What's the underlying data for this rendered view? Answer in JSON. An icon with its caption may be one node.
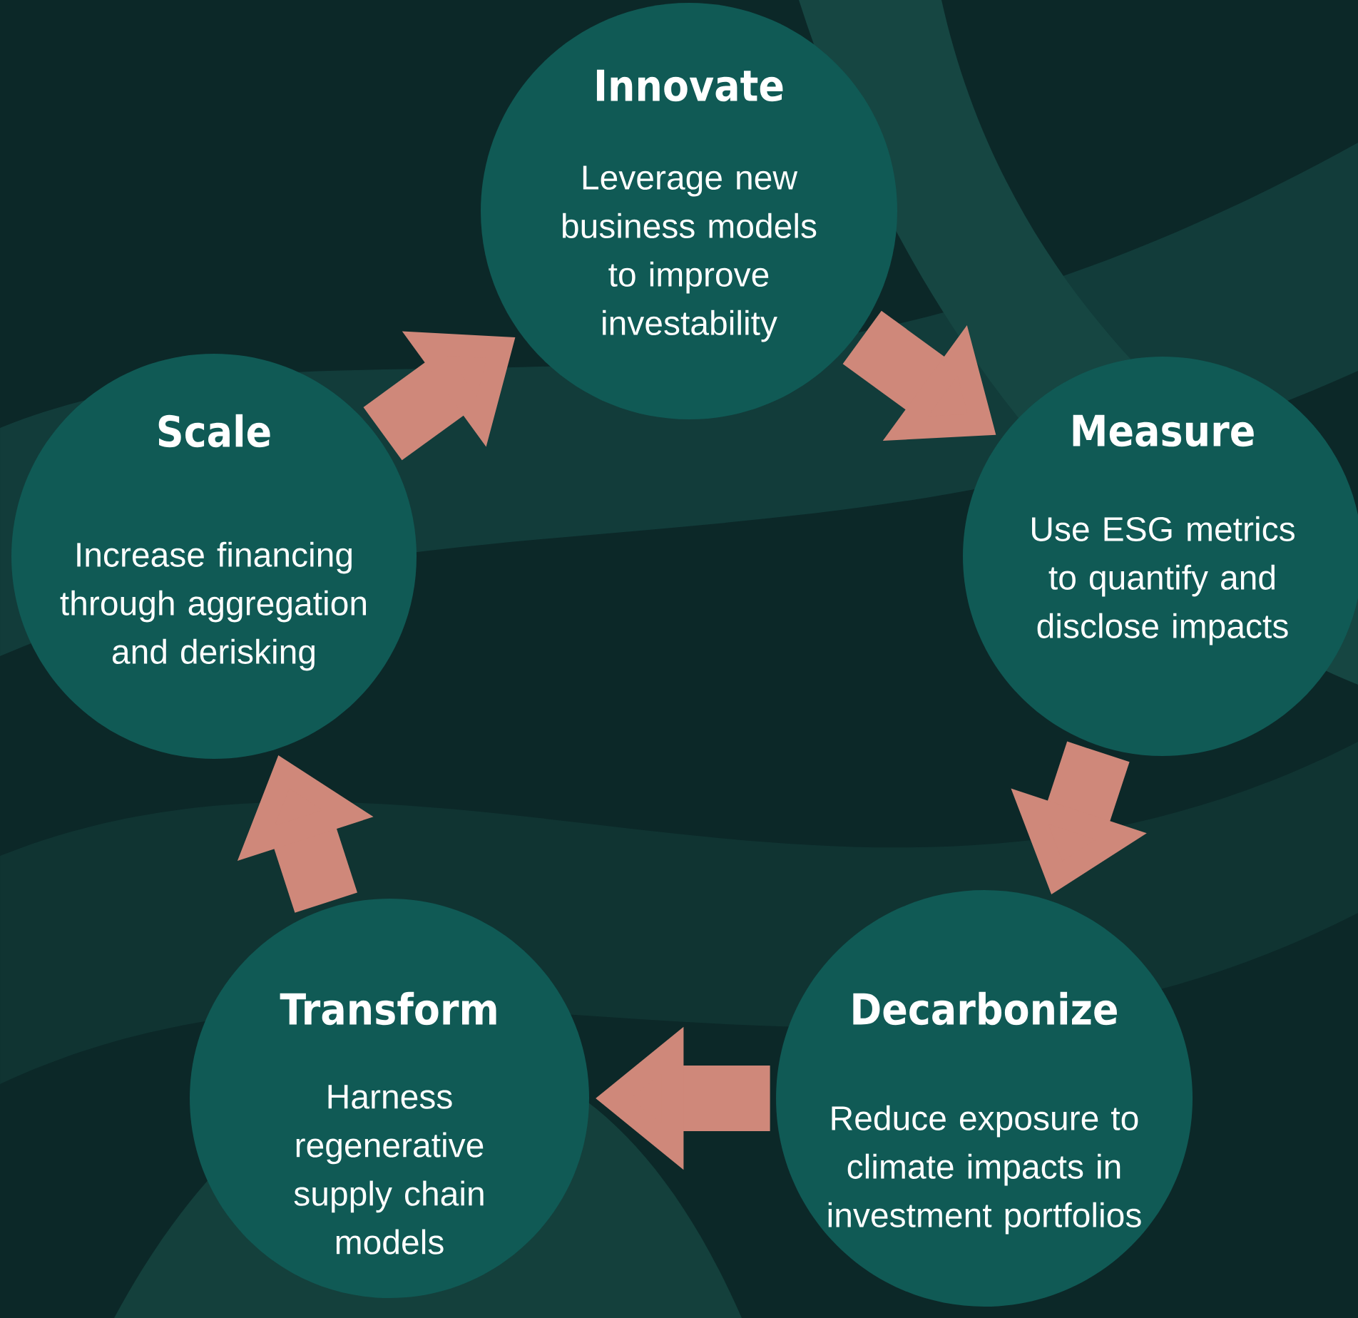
{
  "diagram": {
    "nodes": [
      {
        "text": [
          "Innovate",
          "Leverage new business models to improve investability"
        ]
      },
      {
        "text": [
          "Measure",
          "Use ESG metrics to quantify and disclose impacts"
        ]
      },
      {
        "text": [
          "Decarbonize",
          "Reduce exposure to climate impacts in investment portfolios"
        ]
      },
      {
        "text": [
          "Transform",
          "Harness regenerative supply chain models"
        ]
      },
      {
        "text": [
          "Scale",
          "Increase financing through aggregation and derisking"
        ]
      }
    ],
    "edges": [
      {
        "from": 0,
        "to": 1,
        "arrow": "to"
      },
      {
        "from": 1,
        "to": 2,
        "arrow": "to"
      },
      {
        "from": 2,
        "to": 3,
        "arrow": "to"
      },
      {
        "from": 3,
        "to": 4,
        "arrow": "to"
      },
      {
        "from": 4,
        "to": 0,
        "arrow": "to"
      }
    ]
  }
}
